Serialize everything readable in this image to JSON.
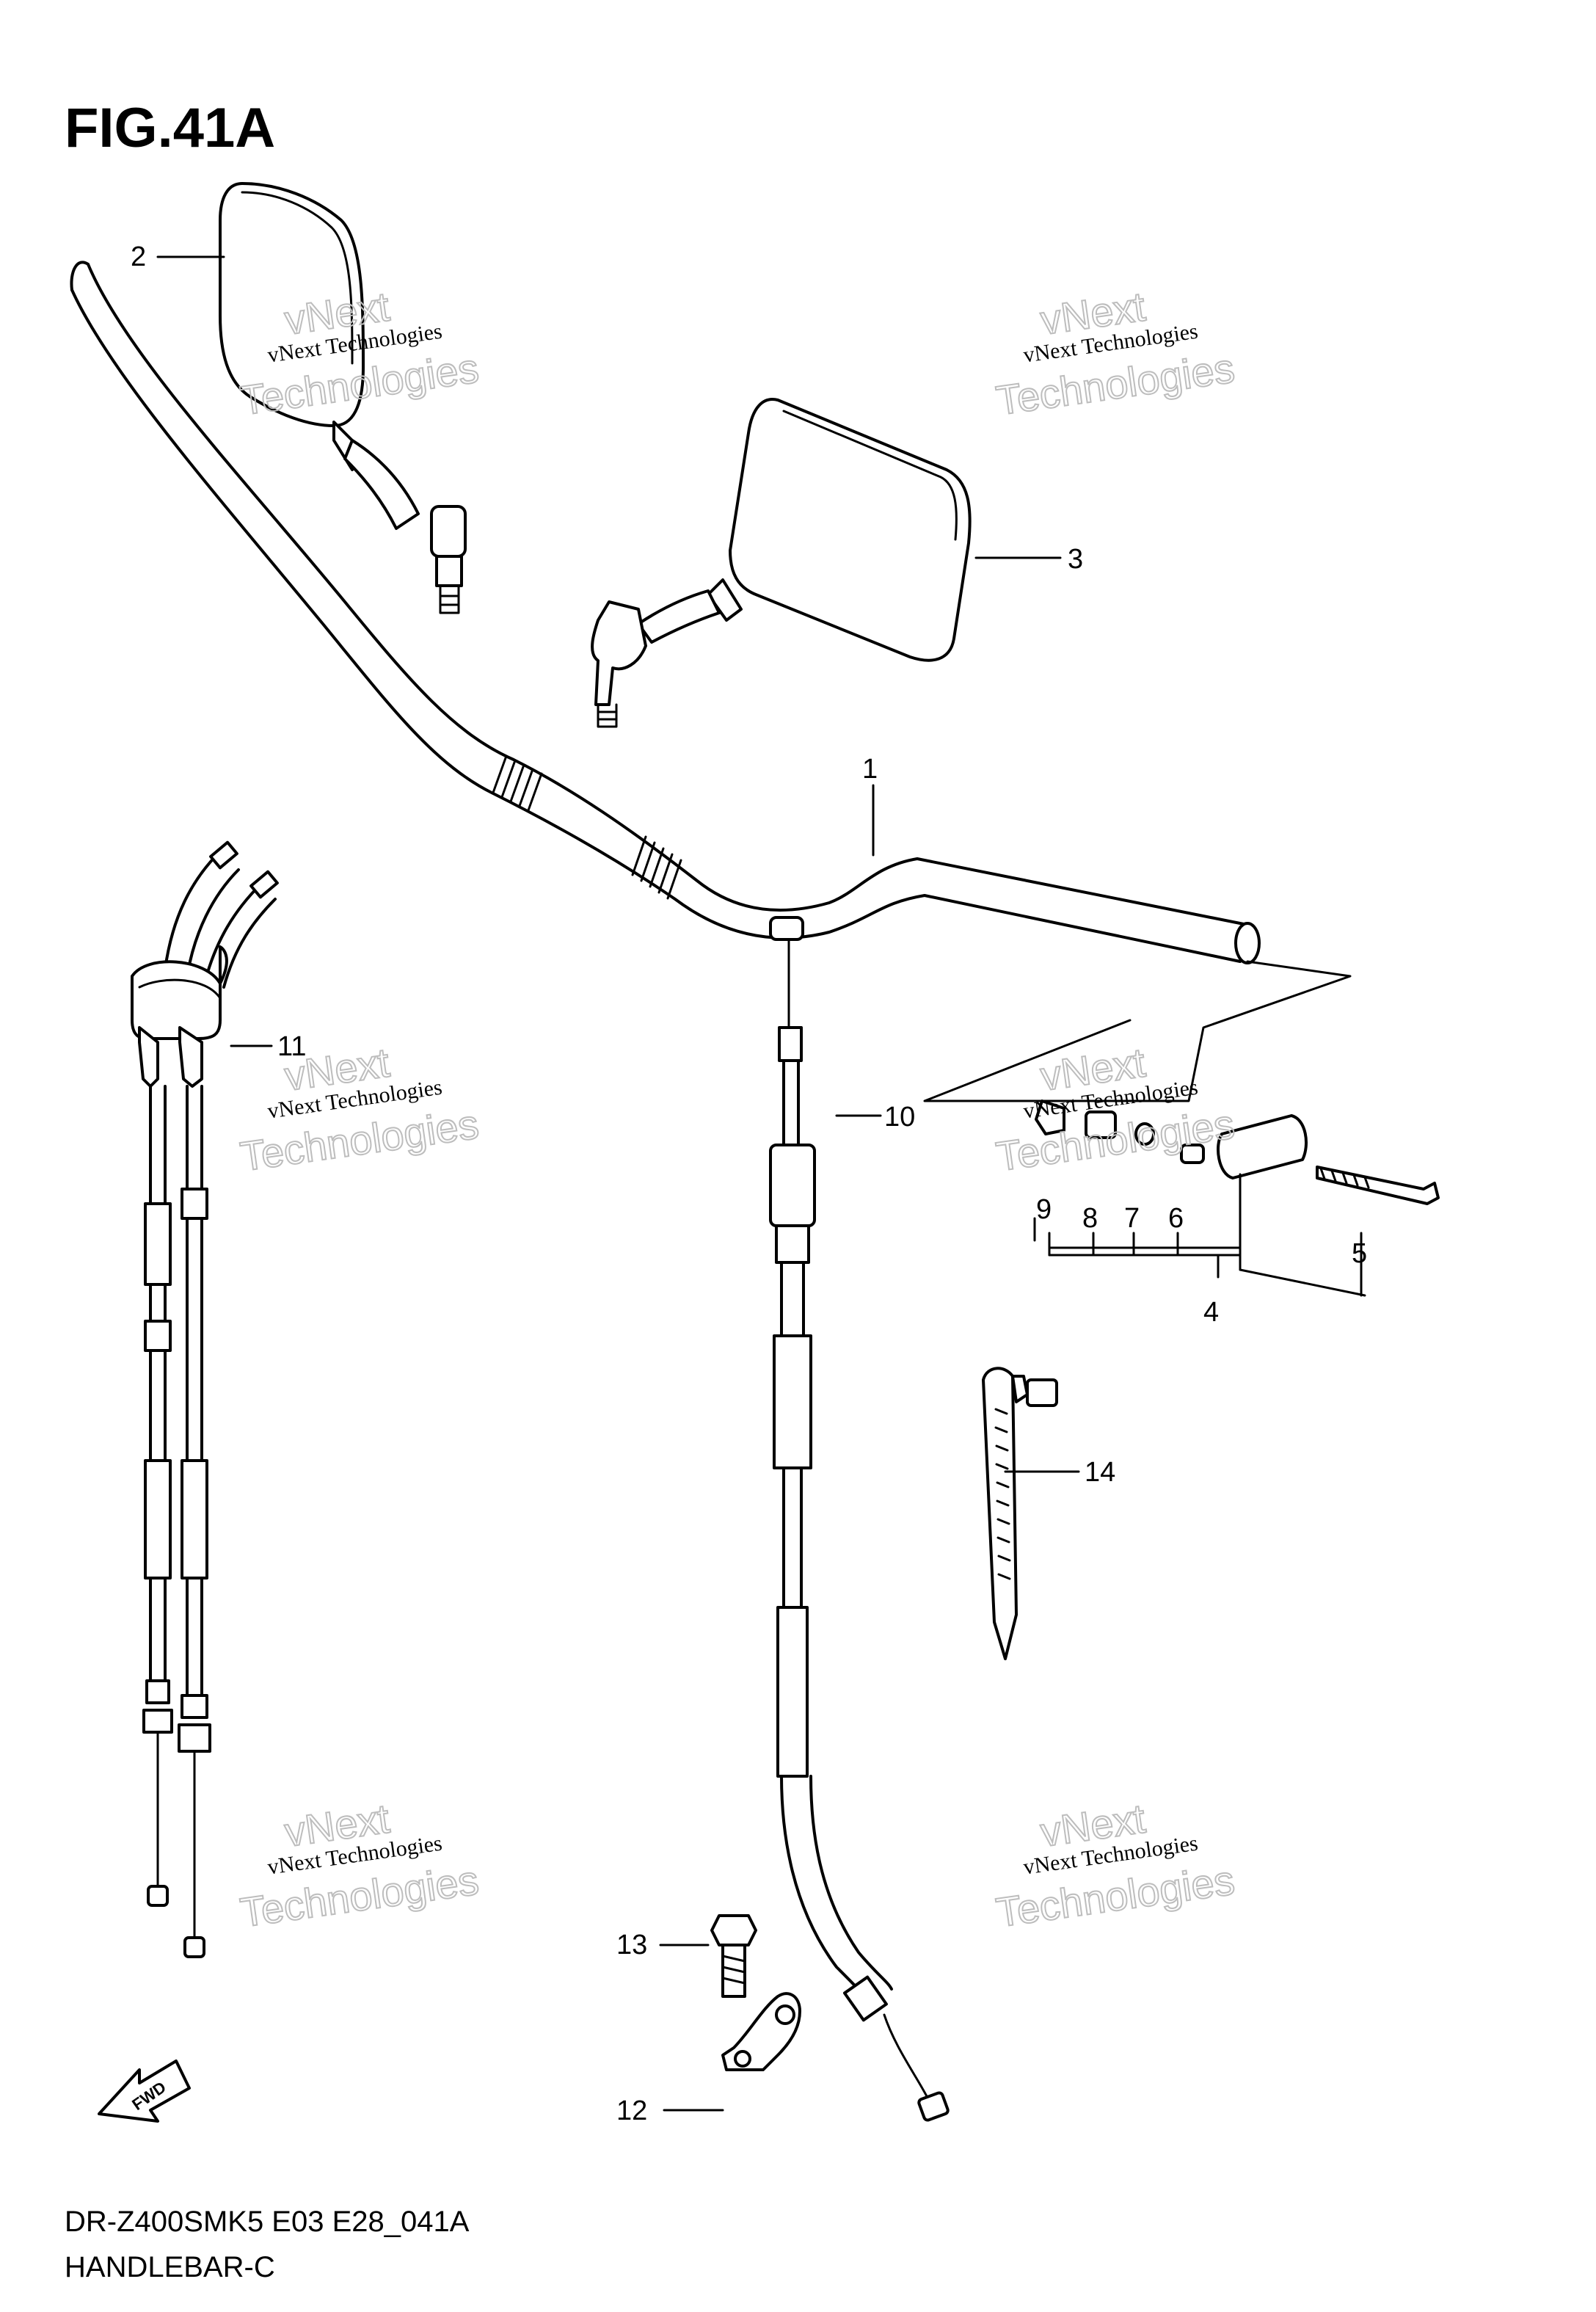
{
  "figure": {
    "title": "FIG.41A",
    "model_code": "DR-Z400SMK5 E03 E28_041A",
    "section_name": "HANDLEBAR-C"
  },
  "callouts": [
    {
      "id": "1",
      "label": "1"
    },
    {
      "id": "2",
      "label": "2"
    },
    {
      "id": "3",
      "label": "3"
    },
    {
      "id": "4",
      "label": "4"
    },
    {
      "id": "5",
      "label": "5"
    },
    {
      "id": "6",
      "label": "6"
    },
    {
      "id": "7",
      "label": "7"
    },
    {
      "id": "8",
      "label": "8"
    },
    {
      "id": "9",
      "label": "9"
    },
    {
      "id": "10",
      "label": "10"
    },
    {
      "id": "11",
      "label": "11"
    },
    {
      "id": "12",
      "label": "12"
    },
    {
      "id": "13",
      "label": "13"
    },
    {
      "id": "14",
      "label": "14"
    }
  ],
  "watermark": {
    "line1": "vNext",
    "line2": "vNext Technologies",
    "line3": "Technologies"
  },
  "direction_marker": {
    "label": "FWD"
  }
}
